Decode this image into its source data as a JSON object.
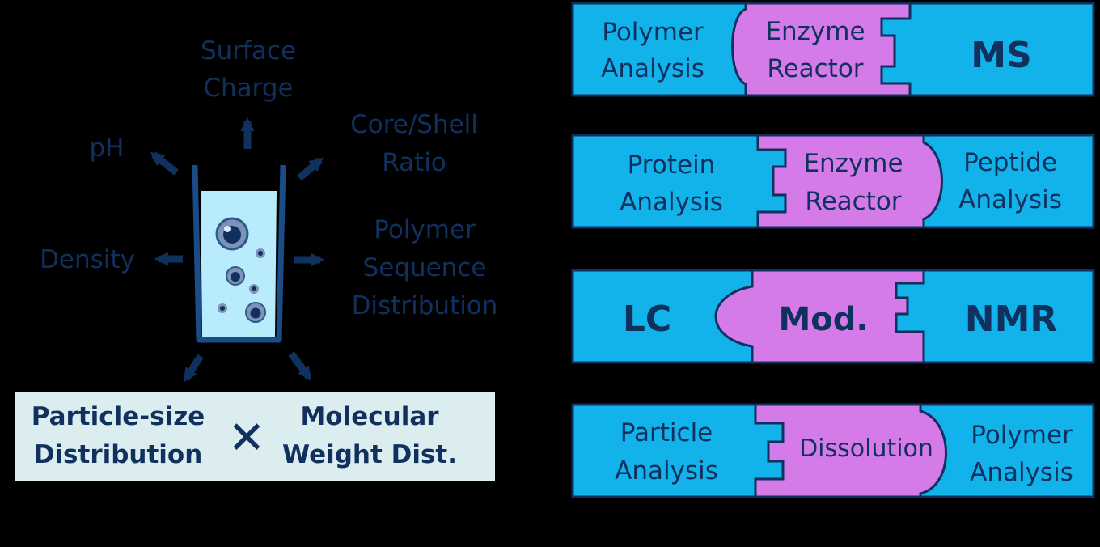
{
  "colors": {
    "background": "#000000",
    "navy": "#10305E",
    "cyan": "#12B2EA",
    "magenta": "#D57BE9",
    "panel": "#DCEDF0",
    "liquid": "#B8ECFD",
    "beaker_edge": "#1A4C86"
  },
  "left": {
    "labels": {
      "surface_1": "Surface",
      "surface_2": "Charge",
      "ph": "pH",
      "core_1": "Core/Shell",
      "core_2": "Ratio",
      "density": "Density",
      "poly_1": "Polymer",
      "poly_2": "Sequence",
      "poly_3": "Distribution"
    },
    "panel": {
      "particle_1": "Particle-size",
      "particle_2": "Distribution",
      "cross": "✕",
      "molecular_1": "Molecular",
      "molecular_2": "Weight Dist."
    }
  },
  "right": {
    "rows": [
      {
        "left_1": "Polymer",
        "left_2": "Analysis",
        "mid_1": "Enzyme",
        "mid_2": "Reactor",
        "right": "MS"
      },
      {
        "left_1": "Protein",
        "left_2": "Analysis",
        "mid_1": "Enzyme",
        "mid_2": "Reactor",
        "right_1": "Peptide",
        "right_2": "Analysis"
      },
      {
        "left": "LC",
        "mid": "Mod.",
        "right": "NMR"
      },
      {
        "left_1": "Particle",
        "left_2": "Analysis",
        "mid": "Dissolution",
        "right_1": "Polymer",
        "right_2": "Analysis"
      }
    ]
  }
}
